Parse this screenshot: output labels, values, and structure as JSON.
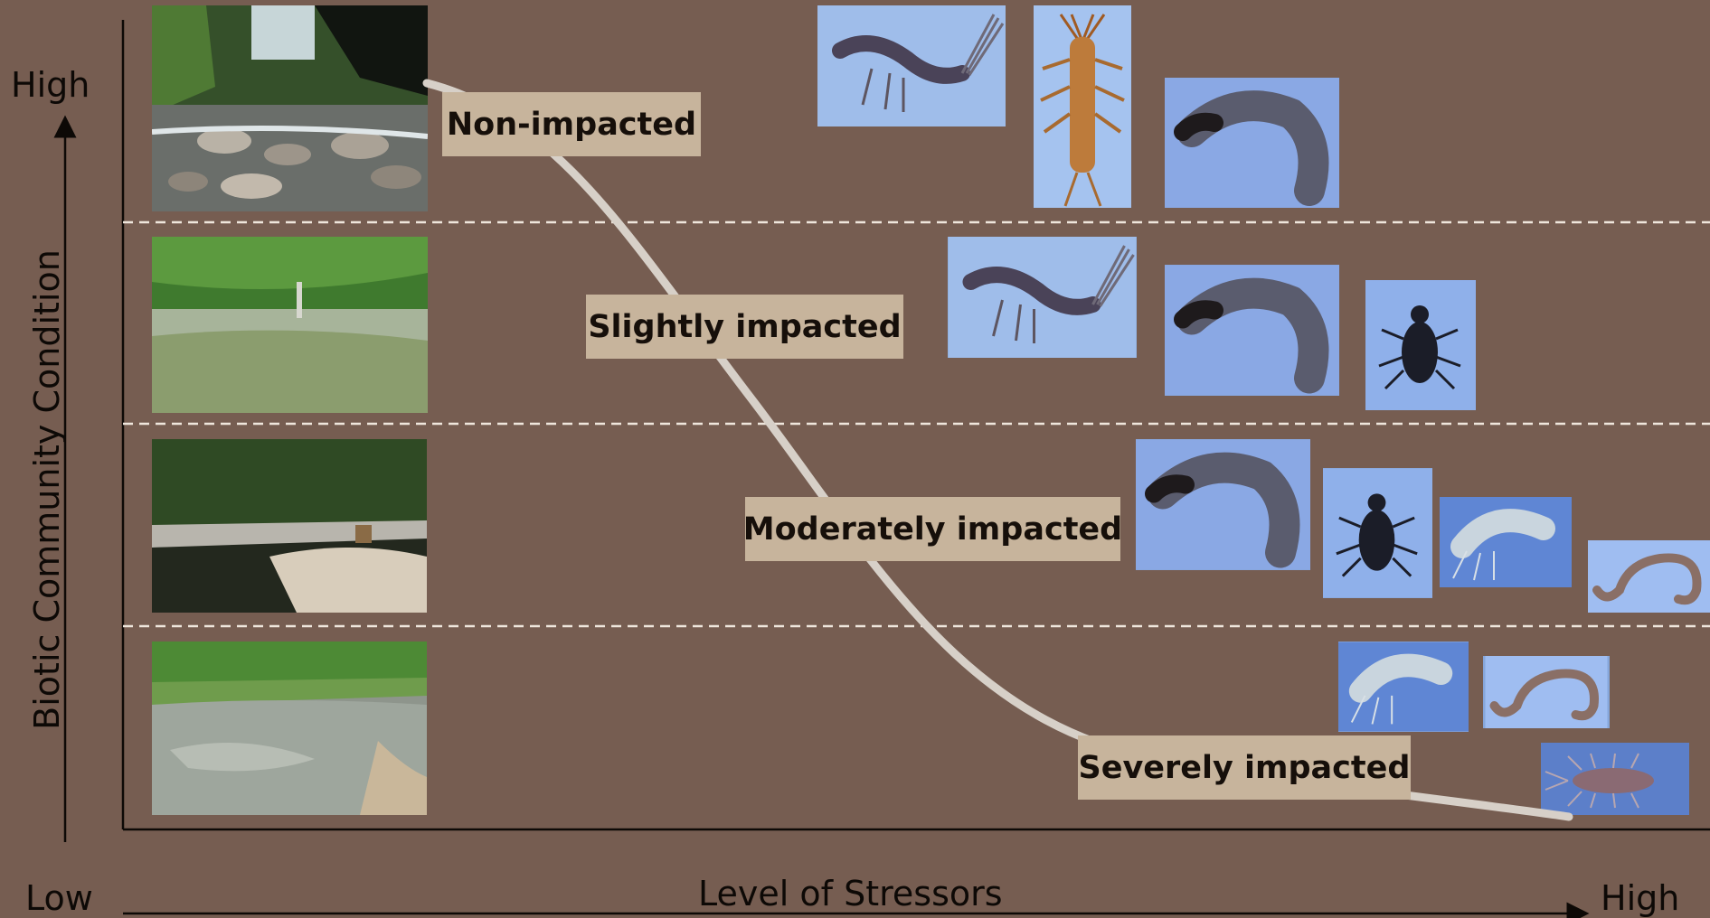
{
  "axes": {
    "y_title": "Biotic Community Condition",
    "y_high": "High",
    "x_low": "Low",
    "x_title": "Level of Stressors",
    "x_high": "High"
  },
  "bands": [
    {
      "label": "Non-impacted"
    },
    {
      "label": "Slightly impacted"
    },
    {
      "label": "Moderately impacted"
    },
    {
      "label": "Severely impacted"
    }
  ],
  "icons": {
    "stream_photos": [
      "stream-pristine-photo",
      "stream-wader-photo",
      "stream-outfall-photo",
      "stream-polluted-photo"
    ],
    "organisms": [
      "mayfly-icon",
      "stonefly-icon",
      "caddisfly-icon",
      "riffle-beetle-icon",
      "scud-icon",
      "worm-icon",
      "isopod-icon"
    ]
  },
  "colors": {
    "background": "#765d51",
    "label_box": "#c7b49c",
    "curve": "#d7d0c8",
    "dashed_divider": "#efe6dc",
    "text": "#0d0906"
  }
}
